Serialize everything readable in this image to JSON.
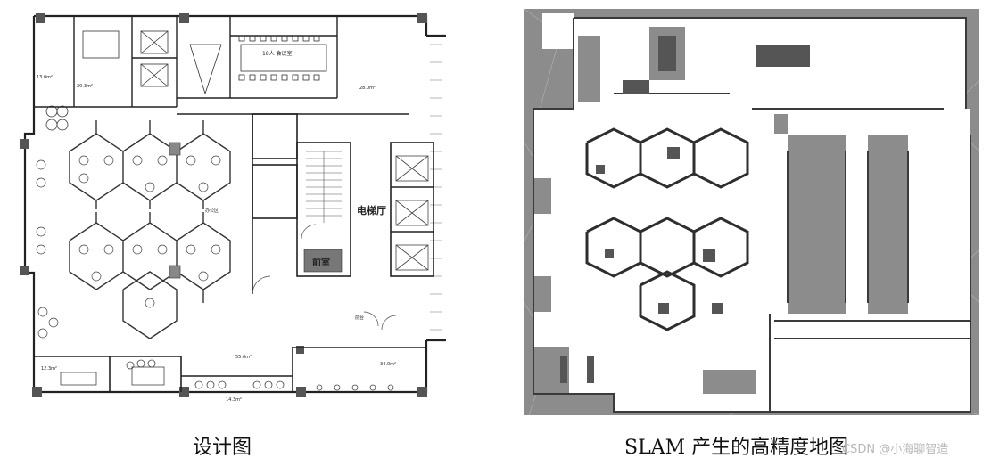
{
  "captions": {
    "left": "设计图",
    "right": "SLAM 产生的高精度地图"
  },
  "watermark": "CSDN @小海聊智造",
  "floor_plan": {
    "labels": {
      "elevator_hall": "电梯厅",
      "stair_room": "前室",
      "meeting_room": "18人 会议室",
      "office_area": "办公区",
      "reception": "前台",
      "room_a": "13.0m²",
      "room_b": "20.3m²",
      "room_c": "28.0m²",
      "room_d": "34.0m²",
      "room_e": "55.0m²",
      "room_f": "14.3m²",
      "room_g": "12.3m²"
    }
  },
  "colors": {
    "slam_background": "#8c8c8c",
    "slam_free": "#ffffff",
    "slam_obstacle": "#3a3a3a",
    "plan_wall": "#222222"
  }
}
